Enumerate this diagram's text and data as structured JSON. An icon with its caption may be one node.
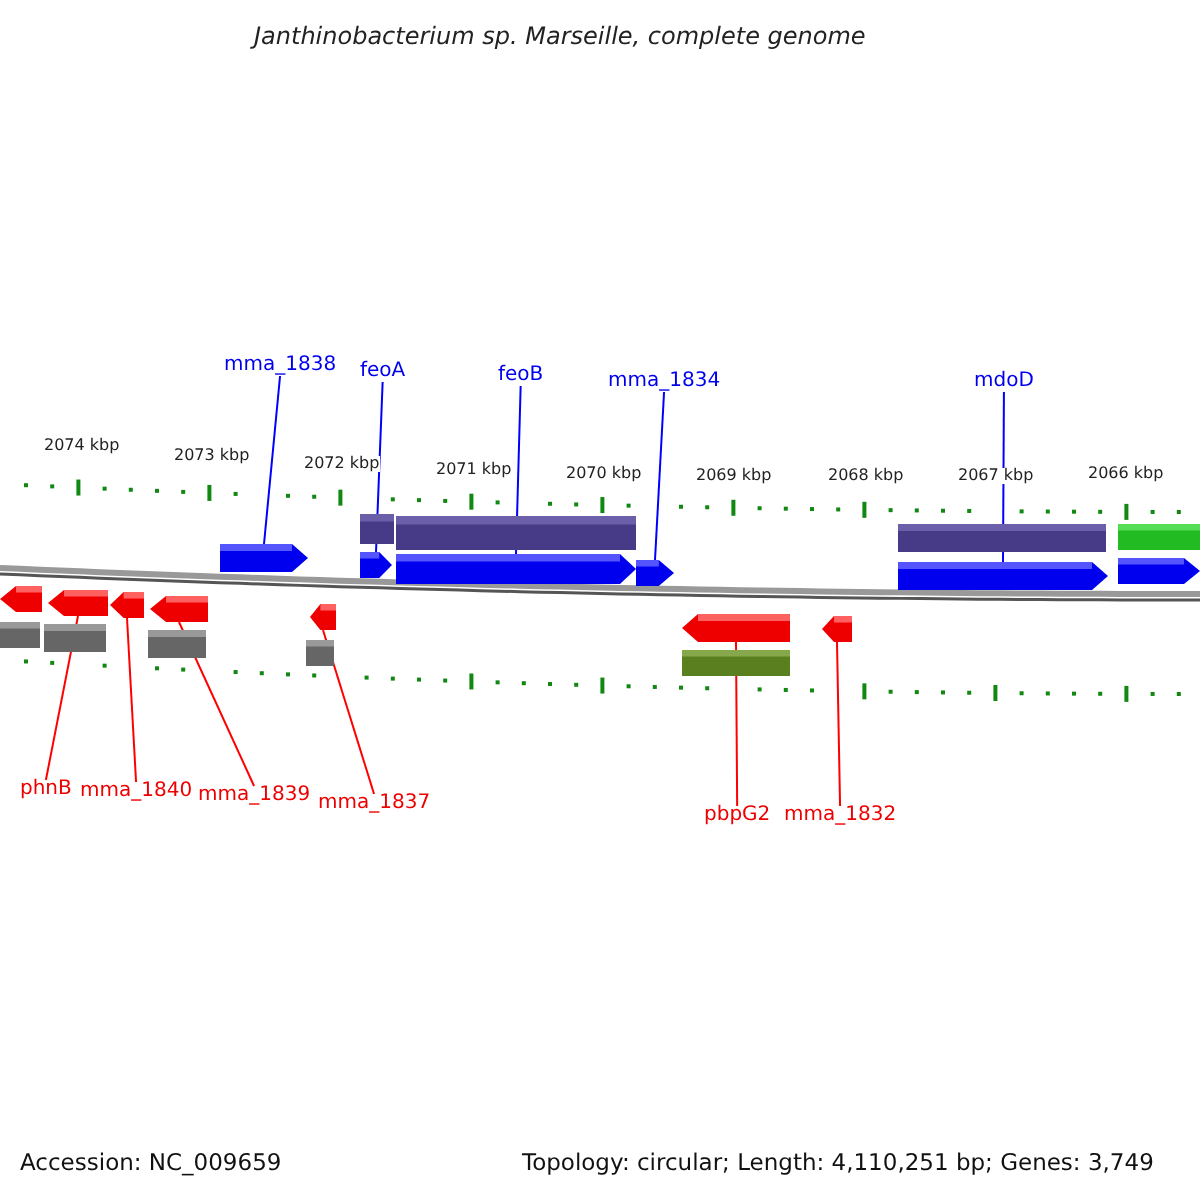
{
  "diagram": {
    "title": "Janthinobacterium sp. Marseille, complete genome",
    "nodes": [
      {
        "text": [
          "mma_1838"
        ]
      },
      {
        "text": [
          "feoA"
        ]
      },
      {
        "text": [
          "feoB"
        ]
      },
      {
        "text": [
          "mma_1834"
        ]
      },
      {
        "text": [
          "mdoD"
        ]
      },
      {
        "text": [],
        "shape": "bar"
      },
      {
        "text": [],
        "shape": "bar"
      },
      {
        "text": [],
        "shape": "bar"
      },
      {
        "text": [],
        "shape": "bar"
      },
      {
        "text": [],
        "shape": "arrow"
      },
      {
        "text": [],
        "shape": "arrow"
      },
      {
        "text": [],
        "shape": "arrow"
      },
      {
        "text": [],
        "shape": "arrow"
      },
      {
        "text": [],
        "shape": "arrow"
      },
      {
        "text": [],
        "shape": "arrow"
      },
      {
        "text": [],
        "shape": "arrow"
      },
      {
        "text": [],
        "shape": "arrow"
      },
      {
        "text": [],
        "shape": "arrow"
      },
      {
        "text": [],
        "shape": "arrow"
      },
      {
        "text": [],
        "shape": "arrow"
      },
      {
        "text": [],
        "shape": "arrow"
      },
      {
        "text": [],
        "shape": "arrow"
      },
      {
        "text": [],
        "shape": "bar"
      },
      {
        "text": [],
        "shape": "bar"
      },
      {
        "text": [],
        "shape": "bar"
      },
      {
        "text": [],
        "shape": "bar"
      },
      {
        "text": [],
        "shape": "bar"
      },
      {
        "text": [
          "phnB"
        ]
      },
      {
        "text": [
          "mma_1840"
        ]
      },
      {
        "text": [
          "mma_1839"
        ]
      },
      {
        "text": [
          "mma_1837"
        ]
      },
      {
        "text": [
          "pbpG2"
        ]
      },
      {
        "text": [
          "mma_1832"
        ]
      }
    ],
    "edges": [
      {
        "from": 0,
        "to": 9,
        "arrow": "none",
        "color": "#0000ff"
      },
      {
        "from": 1,
        "to": 10,
        "arrow": "none",
        "color": "#0000ff"
      },
      {
        "from": 2,
        "to": 11,
        "arrow": "none",
        "color": "#0000ff"
      },
      {
        "from": 3,
        "to": 12,
        "arrow": "none",
        "color": "#0000ff"
      },
      {
        "from": 4,
        "to": 13,
        "arrow": "none",
        "color": "#0000ff"
      },
      {
        "from": 27,
        "to": 16,
        "arrow": "none",
        "color": "#ff0000"
      },
      {
        "from": 28,
        "to": 17,
        "arrow": "none",
        "color": "#ff0000"
      },
      {
        "from": 29,
        "to": 18,
        "arrow": "none",
        "color": "#ff0000"
      },
      {
        "from": 30,
        "to": 19,
        "arrow": "none",
        "color": "#ff0000"
      },
      {
        "from": 31,
        "to": 20,
        "arrow": "none",
        "color": "#ff0000"
      },
      {
        "from": 32,
        "to": 21,
        "arrow": "none",
        "color": "#ff0000"
      }
    ],
    "labels": [
      "2074 kbp",
      "2073 kbp",
      "2072 kbp",
      "2071 kbp",
      "2070 kbp",
      "2069 kbp",
      "2068 kbp",
      "2067 kbp",
      "2066 kbp",
      "Accession: NC_009659",
      "Topology: circular; Length: 4,110,251 bp; Genes: 3,749"
    ]
  }
}
